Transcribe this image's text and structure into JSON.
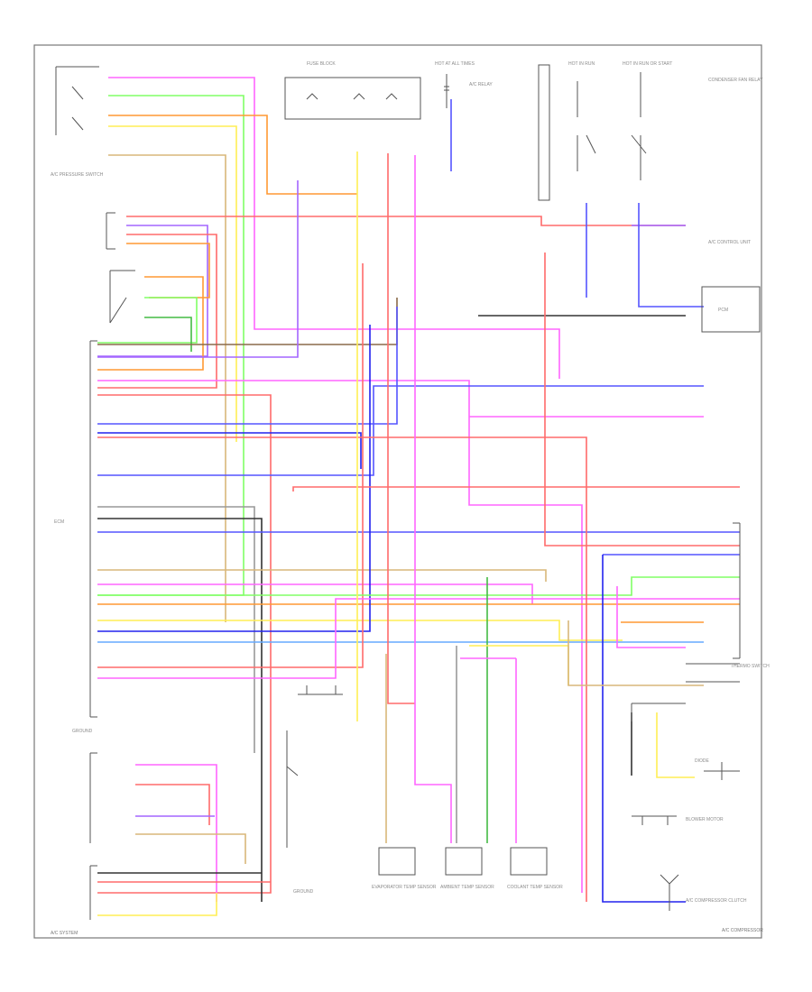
{
  "colors": {
    "border": "#777777",
    "device": "#555555",
    "label": "#8a8a8a",
    "wires": {
      "red": "#ff6b6b",
      "pink": "#ff66ff",
      "green": "#80ff66",
      "yellow": "#ffee55",
      "orange": "#ff9933",
      "blue": "#5555ff",
      "brown": "#8a6a4a",
      "tan": "#d9b77a",
      "violet": "#a366ff",
      "gray": "#999999",
      "black": "#333333",
      "lightblue": "#66aaff",
      "darkblue": "#2222ee",
      "dkgreen": "#44bb44"
    }
  },
  "footer": {
    "left": "A/C SYSTEM",
    "right": "A/C COMPRESSOR"
  },
  "components": {
    "pressure_switch": "A/C PRESSURE SWITCH",
    "hot_fuse": "HOT AT ALL TIMES",
    "fuse_block": "FUSE BLOCK",
    "hot_run": "HOT IN RUN",
    "hot_run_start": "HOT IN RUN OR START",
    "relay_left": "A/C RELAY",
    "relay_right": "CONDENSER FAN RELAY",
    "ecm": "ECM",
    "pcm": "PCM",
    "sensor_1": "EVAPORATOR TEMP SENSOR",
    "sensor_2": "AMBIENT TEMP SENSOR",
    "sensor_3": "COOLANT TEMP SENSOR",
    "blower_motor": "BLOWER MOTOR",
    "clutch": "A/C COMPRESSOR CLUTCH",
    "ground_1": "GROUND",
    "ground_2": "GROUND",
    "control_unit": "A/C CONTROL UNIT",
    "thermo_switch": "THERMO SWITCH",
    "diode": "DIODE"
  }
}
